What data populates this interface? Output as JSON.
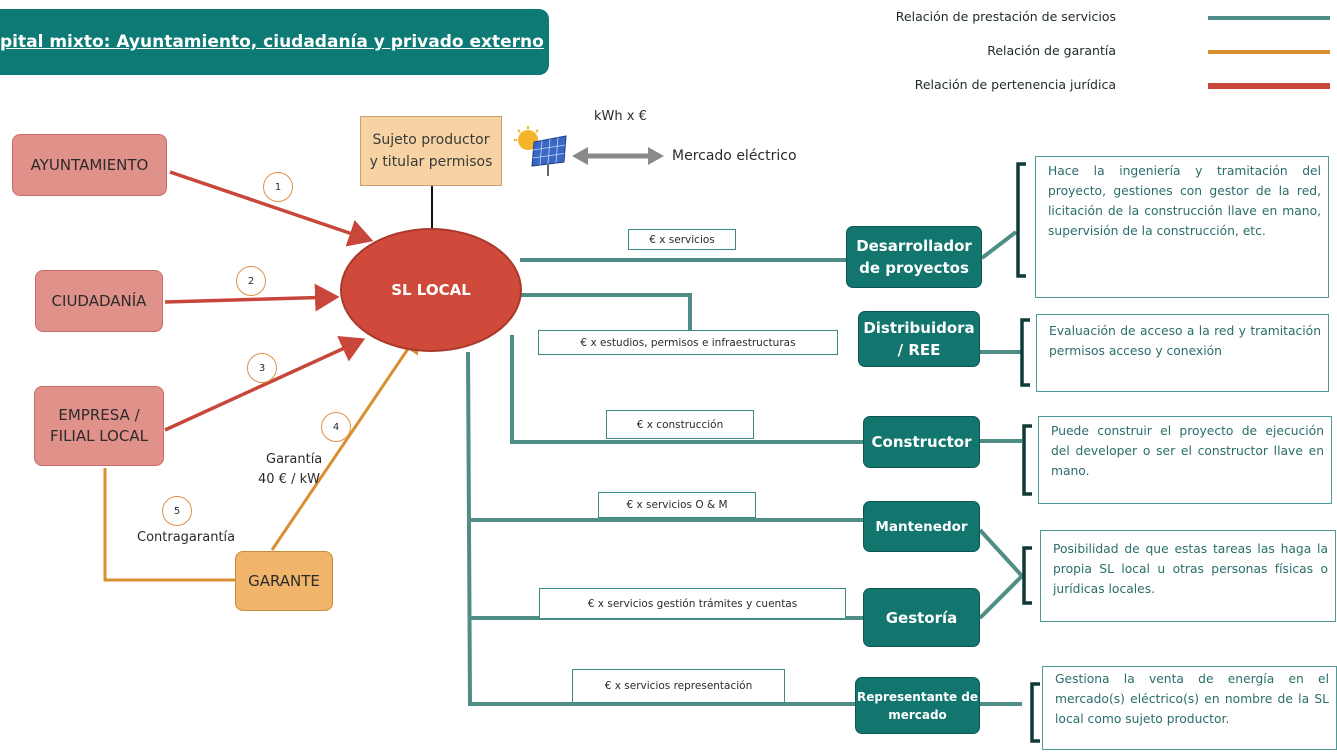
{
  "title": "pital mixto: Ayuntamiento, ciudadanía y privado externo",
  "legend": [
    {
      "label": "Relación de prestación de servicios",
      "color": "#4f8e86"
    },
    {
      "label": "Relación de garantía",
      "color": "#d98e30"
    },
    {
      "label": "Relación de pertenencia jurídica",
      "color": "#c8473a"
    }
  ],
  "center": {
    "label": "SL LOCAL"
  },
  "sujeto": {
    "label": "Sujeto productor y titular permisos"
  },
  "solar": {
    "icon": "solar-panel-icon",
    "kwh_label": "kWh x €",
    "market_label": "Mercado eléctrico"
  },
  "owners": {
    "ayuntamiento": "AYUNTAMIENTO",
    "ciudadania": "CIUDADANÍA",
    "empresa": "EMPRESA / FILIAL LOCAL",
    "garante": "GARANTE"
  },
  "steps": [
    "1",
    "2",
    "3",
    "4",
    "5"
  ],
  "guarantee": {
    "label_1": "Garantía",
    "label_2": "40 € / kW",
    "counter": "Contragarantía"
  },
  "services": [
    {
      "actor": "Desarrollador de proyectos",
      "price": "€ x servicios",
      "description": "Hace la ingeniería y tramitación del proyecto, gestiones con gestor de la red, licitación de la construcción llave en mano, supervisión de la construcción, etc."
    },
    {
      "actor": "Distribuidora / REE",
      "price": "€ x estudios, permisos e infraestructuras",
      "description": "Evaluación de acceso a la red y tramitación permisos acceso y conexión"
    },
    {
      "actor": "Constructor",
      "price": "€ x construcción",
      "description": "Puede construir el proyecto de ejecución del developer o ser el constructor llave en mano."
    },
    {
      "actor": "Mantenedor",
      "price": "€ x servicios O & M",
      "description": ""
    },
    {
      "actor": "Gestoría",
      "price": "€ x servicios gestión trámites y cuentas",
      "description": "Posibilidad de que estas tareas las haga la propia SL local u otras personas físicas o jurídicas locales."
    },
    {
      "actor": "Representante de mercado",
      "price": "€ x servicios representación",
      "description": "Gestiona la venta de energía en el mercado(s) eléctrico(s) en nombre de la SL local como sujeto productor."
    }
  ]
}
